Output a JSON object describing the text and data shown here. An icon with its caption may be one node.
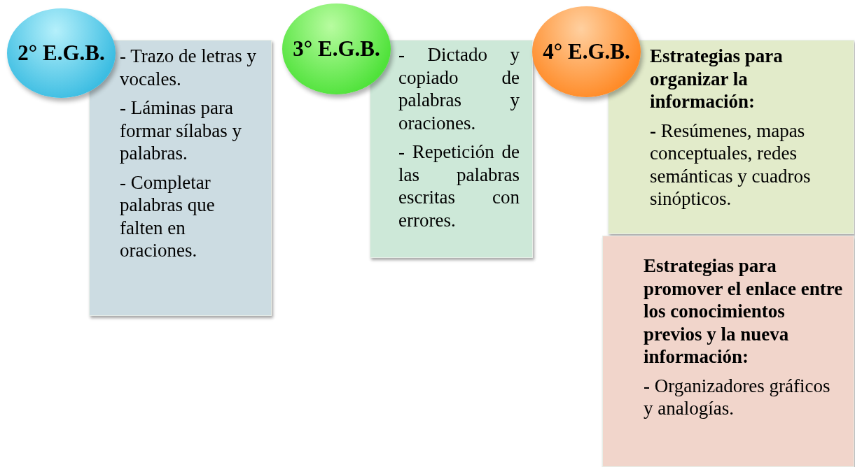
{
  "diagram": {
    "nodes": [
      {
        "text": [
          "2° E.G.B."
        ]
      },
      {
        "text": [
          "- Trazo de letras y vocales.",
          "- Láminas para formar sílabas y palabras.",
          "- Completar palabras que falten en oraciones."
        ]
      },
      {
        "text": [
          "3° E.G.B."
        ]
      },
      {
        "text": [
          "- Dictado y copiado de palabras y oraciones.",
          "- Repetición de las palabras escritas con errores."
        ]
      },
      {
        "text": [
          "4° E.G.B."
        ]
      },
      {
        "text": [
          "Estrategias para organizar la información:",
          "**-** Resúmenes, mapas conceptuales, redes semánticas y cuadros sinópticos."
        ]
      },
      {
        "text": [
          "Estrategias para promover el enlace entre los conocimientos previos y la nueva información:",
          "- Organizadores gráficos y analogías."
        ]
      }
    ]
  }
}
